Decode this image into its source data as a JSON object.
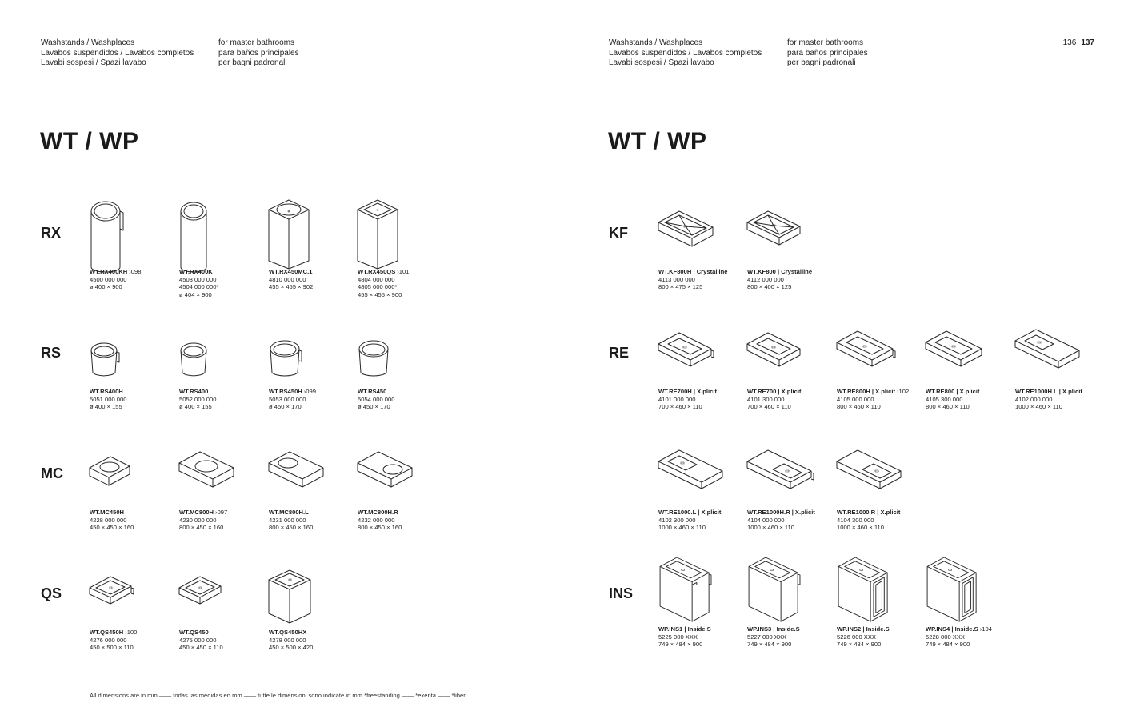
{
  "left_page": {
    "header": {
      "col1": [
        "Washstands / Washplaces",
        "Lavabos suspendidos / Lavabos completos",
        "Lavabi sospesi / Spazi lavabo"
      ],
      "col2": [
        "for master bathrooms",
        "para baños principales",
        "per bagni padronali"
      ]
    },
    "title": "WT / WP",
    "rows": [
      {
        "label": "RX",
        "items": [
          {
            "name": "WT.RX400KH",
            "ref": "›098",
            "code": "4500 000 000",
            "code2": "",
            "dims": "ø 400 × 900",
            "icon": "cylinder-tall-towel-icon"
          },
          {
            "name": "WT.RX400K",
            "ref": "",
            "code": "4503 000 000",
            "code2": "4504 000 000*",
            "dims": "ø 404 × 900",
            "icon": "cylinder-tall-icon"
          },
          {
            "name": "WT.RX450MC.1",
            "ref": "",
            "code": "4810 000 000",
            "code2": "",
            "dims": "455 × 455 × 902",
            "icon": "square-column-round-basin-icon"
          },
          {
            "name": "WT.RX450QS",
            "ref": "›101",
            "code": "4804 000 000",
            "code2": "4805 000 000*",
            "dims": "455 × 455 × 900",
            "icon": "square-column-square-basin-icon"
          }
        ]
      },
      {
        "label": "RS",
        "items": [
          {
            "name": "WT.RS400H",
            "ref": "",
            "code": "5051 000 000",
            "code2": "",
            "dims": "ø 400 × 155",
            "icon": "round-bowl-towel-icon"
          },
          {
            "name": "WT.RS400",
            "ref": "",
            "code": "5052 000 000",
            "code2": "",
            "dims": "ø 400 × 155",
            "icon": "round-bowl-icon"
          },
          {
            "name": "WT.RS450H",
            "ref": "›099",
            "code": "5053 000 000",
            "code2": "",
            "dims": "ø 450 × 170",
            "icon": "round-bowl-large-towel-icon"
          },
          {
            "name": "WT.RS450",
            "ref": "",
            "code": "5054 000 000",
            "code2": "",
            "dims": "ø 450 × 170",
            "icon": "round-bowl-large-icon"
          }
        ]
      },
      {
        "label": "MC",
        "items": [
          {
            "name": "WT.MC450H",
            "ref": "",
            "code": "4228 000 000",
            "code2": "",
            "dims": "450 × 450 × 160",
            "icon": "square-slab-round-basin-icon"
          },
          {
            "name": "WT.MC800H",
            "ref": "›097",
            "code": "4230 000 000",
            "code2": "",
            "dims": "800 × 450 × 160",
            "icon": "long-slab-round-basin-icon"
          },
          {
            "name": "WT.MC800H.L",
            "ref": "",
            "code": "4231 000 000",
            "code2": "",
            "dims": "800 × 450 × 160",
            "icon": "long-slab-basin-left-icon"
          },
          {
            "name": "WT.MC800H.R",
            "ref": "",
            "code": "4232 000 000",
            "code2": "",
            "dims": "800 × 450 × 160",
            "icon": "long-slab-basin-right-icon"
          }
        ]
      },
      {
        "label": "QS",
        "items": [
          {
            "name": "WT.QS450H",
            "ref": "›100",
            "code": "4276 000 000",
            "code2": "",
            "dims": "450 × 500 × 110",
            "icon": "square-tray-towel-icon"
          },
          {
            "name": "WT.QS450",
            "ref": "",
            "code": "4275 000 000",
            "code2": "",
            "dims": "450 × 450 × 110",
            "icon": "square-tray-icon"
          },
          {
            "name": "WT.QS450HX",
            "ref": "",
            "code": "4278 000 000",
            "code2": "",
            "dims": "450 × 500 × 420",
            "icon": "square-cube-basin-icon"
          }
        ]
      }
    ],
    "footer": "All dimensions are in mm —— todas las medidas en mm —— tutte le dimensioni sono indicate in mm        *freestanding —— *exenta —— *liberi"
  },
  "right_page": {
    "header": {
      "col1": [
        "Washstands / Washplaces",
        "Lavabos suspendidos / Lavabos completos",
        "Lavabi sospesi / Spazi lavabo"
      ],
      "col2": [
        "for master bathrooms",
        "para baños principales",
        "per bagni padronali"
      ]
    },
    "page_numbers": {
      "left": "136",
      "right": "137"
    },
    "title": "WT / WP",
    "rows": [
      {
        "label": "KF",
        "items": [
          {
            "name": "WT.KF800H | Crystalline",
            "ref": "",
            "code": "4113 000 000",
            "code2": "",
            "dims": "800 × 475 × 125",
            "icon": "sloped-tray-towel-icon"
          },
          {
            "name": "WT.KF800 | Crystalline",
            "ref": "",
            "code": "4112 000 000",
            "code2": "",
            "dims": "800 × 400 × 125",
            "icon": "sloped-tray-icon"
          }
        ]
      },
      {
        "label": "RE",
        "items": [
          {
            "name": "WT.RE700H | X.plicit",
            "ref": "",
            "code": "4101 000 000",
            "code2": "",
            "dims": "700 × 460 × 110",
            "icon": "rect-slab-basin-towel-icon"
          },
          {
            "name": "WT.RE700 | X.plicit",
            "ref": "",
            "code": "4101 300 000",
            "code2": "",
            "dims": "700 × 460 × 110",
            "icon": "rect-slab-basin-icon"
          },
          {
            "name": "WT.RE800H | X.plicit",
            "ref": "›102",
            "code": "4105 000 000",
            "code2": "",
            "dims": "800 × 460 × 110",
            "icon": "rect-slab-basin-towel-icon"
          },
          {
            "name": "WT.RE800 | X.plicit",
            "ref": "",
            "code": "4105 300 000",
            "code2": "",
            "dims": "800 × 460 × 110",
            "icon": "rect-slab-basin-icon"
          },
          {
            "name": "WT.RE1000H.L | X.plicit",
            "ref": "",
            "code": "4102 000 000",
            "code2": "",
            "dims": "1000 × 460 × 110",
            "icon": "long-rect-slab-basin-icon"
          }
        ]
      },
      {
        "label": "",
        "items": [
          {
            "name": "WT.RE1000.L | X.plicit",
            "ref": "",
            "code": "4102 300 000",
            "code2": "",
            "dims": "1000 × 460 × 110",
            "icon": "long-rect-slab-basin-left-icon"
          },
          {
            "name": "WT.RE1000H.R | X.plicit",
            "ref": "",
            "code": "4104 000 000",
            "code2": "",
            "dims": "1000 × 460 × 110",
            "icon": "long-rect-slab-basin-right-icon"
          },
          {
            "name": "WT.RE1000.R | X.plicit",
            "ref": "",
            "code": "4104 300 000",
            "code2": "",
            "dims": "1000 × 460 × 110",
            "icon": "long-rect-slab-basin-right-icon"
          }
        ]
      },
      {
        "label": "INS",
        "items": [
          {
            "name": "WP.INS1 | Inside.S",
            "ref": "",
            "code": "5225 000 XXX",
            "code2": "",
            "dims": "749 × 484 × 900",
            "icon": "cabinet-washplace-towel-icon"
          },
          {
            "name": "WP.INS3 | Inside.S",
            "ref": "",
            "code": "5227 000 XXX",
            "code2": "",
            "dims": "749 × 484 × 900",
            "icon": "cabinet-washplace-towel-icon"
          },
          {
            "name": "WP.INS2 | Inside.S",
            "ref": "",
            "code": "5226 000 XXX",
            "code2": "",
            "dims": "749 × 484 × 900",
            "icon": "cabinet-washplace-niche-icon"
          },
          {
            "name": "WP.INS4 | Inside.S",
            "ref": "›104",
            "code": "5228 000 XXX",
            "code2": "",
            "dims": "749 × 484 × 900",
            "icon": "cabinet-washplace-niche-icon"
          }
        ]
      }
    ]
  }
}
